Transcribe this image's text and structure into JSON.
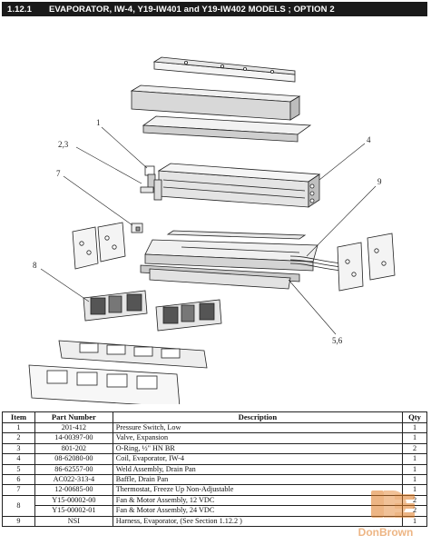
{
  "header": {
    "section": "1.12.1",
    "title": "EVAPORATOR, IW-4, Y19-IW401 and Y19-IW402 MODELS   ; OPTION 2"
  },
  "callouts": [
    "1",
    "2,3",
    "4",
    "7",
    "9",
    "8",
    "5,6"
  ],
  "table": {
    "headers": [
      "Item",
      "Part Number",
      "Description",
      "Qty"
    ],
    "rows": [
      {
        "item": "1",
        "part": "201-412",
        "desc": "Pressure Switch, Low",
        "qty": "1"
      },
      {
        "item": "2",
        "part": "14-00397-00",
        "desc": "Valve, Expansion",
        "qty": "1"
      },
      {
        "item": "3",
        "part": "801-202",
        "desc": "O-Ring, ½\" HN BR",
        "qty": "2"
      },
      {
        "item": "4",
        "part": "08-62080-00",
        "desc": "Coil, Evaporator, IW-4",
        "qty": "1"
      },
      {
        "item": "5",
        "part": "86-62557-00",
        "desc": "Weld Assembly, Drain Pan",
        "qty": "1"
      },
      {
        "item": "6",
        "part": "AC022-313-4",
        "desc": "Baffle, Drain Pan",
        "qty": "1"
      },
      {
        "item": "7",
        "part": "12-00685-00",
        "desc": "Thermostat, Freeze Up Non-Adjustable",
        "qty": "1"
      },
      {
        "item": "8",
        "part": "Y15-00002-00",
        "desc": "Fan & Motor Assembly, 12 VDC",
        "qty": "2"
      },
      {
        "item": "",
        "part": "Y15-00002-01",
        "desc": "Fan & Motor Assembly, 24 VDC",
        "qty": "2"
      },
      {
        "item": "9",
        "part": "NSI",
        "desc": "Harness, Evaporator, (See Section 1.12.2 )",
        "qty": "1"
      }
    ]
  },
  "watermark": {
    "brand": "DonBrown",
    "color": "#e07a20"
  }
}
